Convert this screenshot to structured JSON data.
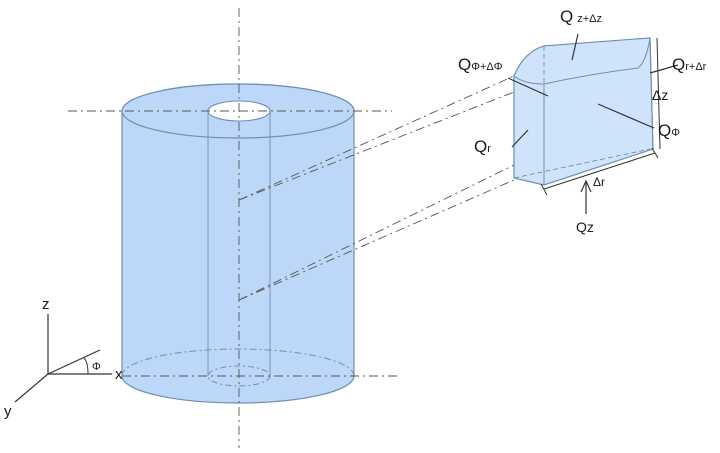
{
  "diagram": {
    "colors": {
      "fill": "#bcd7f7",
      "fill_face": "#cfe3fb",
      "stroke": "#6f8fb3",
      "line": "#333333",
      "dash": "#555555"
    },
    "axes": {
      "z": "z",
      "x": "x",
      "y": "y",
      "angle": "Φ"
    },
    "labels": {
      "q_phi_dphi": {
        "main": "Q",
        "sub": "Φ+ΔΦ"
      },
      "q_z_dz": {
        "main": "Q",
        "sub": "z+Δz"
      },
      "q_r_dr": {
        "main": "Q",
        "sub": "r+Δr"
      },
      "dz": "Δz",
      "q_r": {
        "main": "Q",
        "sub": "r"
      },
      "q_phi": {
        "main": "Q",
        "sub": "Φ"
      },
      "dr": "Δr",
      "q_z": "Qz"
    }
  }
}
